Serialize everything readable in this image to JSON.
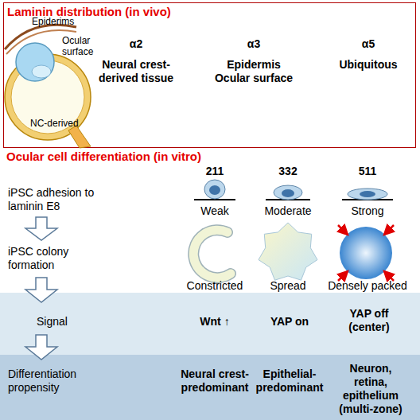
{
  "diagram": {
    "nodes": [
      {
        "text": [
          "Laminin distribution (in vivo)",
          "α2",
          "Neural crest-derived tissue",
          "α3",
          "Epidermis Ocular surface",
          "α5",
          "Ubiquitous"
        ]
      },
      {
        "text": [
          "Signal",
          "Wnt ↑",
          "YAP on",
          "YAP off (center)"
        ]
      },
      {
        "text": [
          "Differentiation propensity",
          "Neural crest-predominant",
          "Epithelial-predominant",
          "Neuron, retina, epithelium (multi-zone)"
        ]
      }
    ],
    "labels": [
      "Epiderims",
      "Ocular surface",
      "NC-derived",
      "Ocular cell differentiation (in vitro)",
      "211",
      "332",
      "511",
      "iPSC adhesion to laminin E8",
      "Weak",
      "Moderate",
      "Strong",
      "iPSC colony formation",
      "Constricted",
      "Spread",
      "Densely packed"
    ]
  }
}
